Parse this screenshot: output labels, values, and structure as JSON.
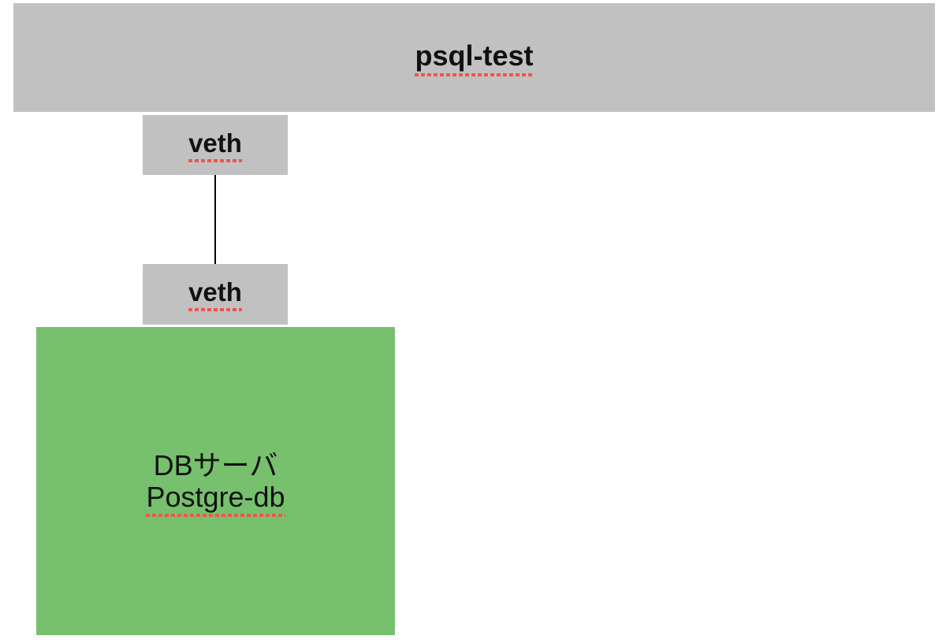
{
  "diagram": {
    "host": {
      "label": "psql-test"
    },
    "interfaces": {
      "top": {
        "label": "veth"
      },
      "bottom": {
        "label": "veth"
      }
    },
    "server": {
      "role_label": "DBサーバ",
      "name_label": "Postgre-db"
    },
    "colors": {
      "node_gray": "#c1c1c1",
      "node_green": "#77c06d",
      "spell_red": "#f05450",
      "link_black": "#000000",
      "text_black": "#111111"
    }
  }
}
